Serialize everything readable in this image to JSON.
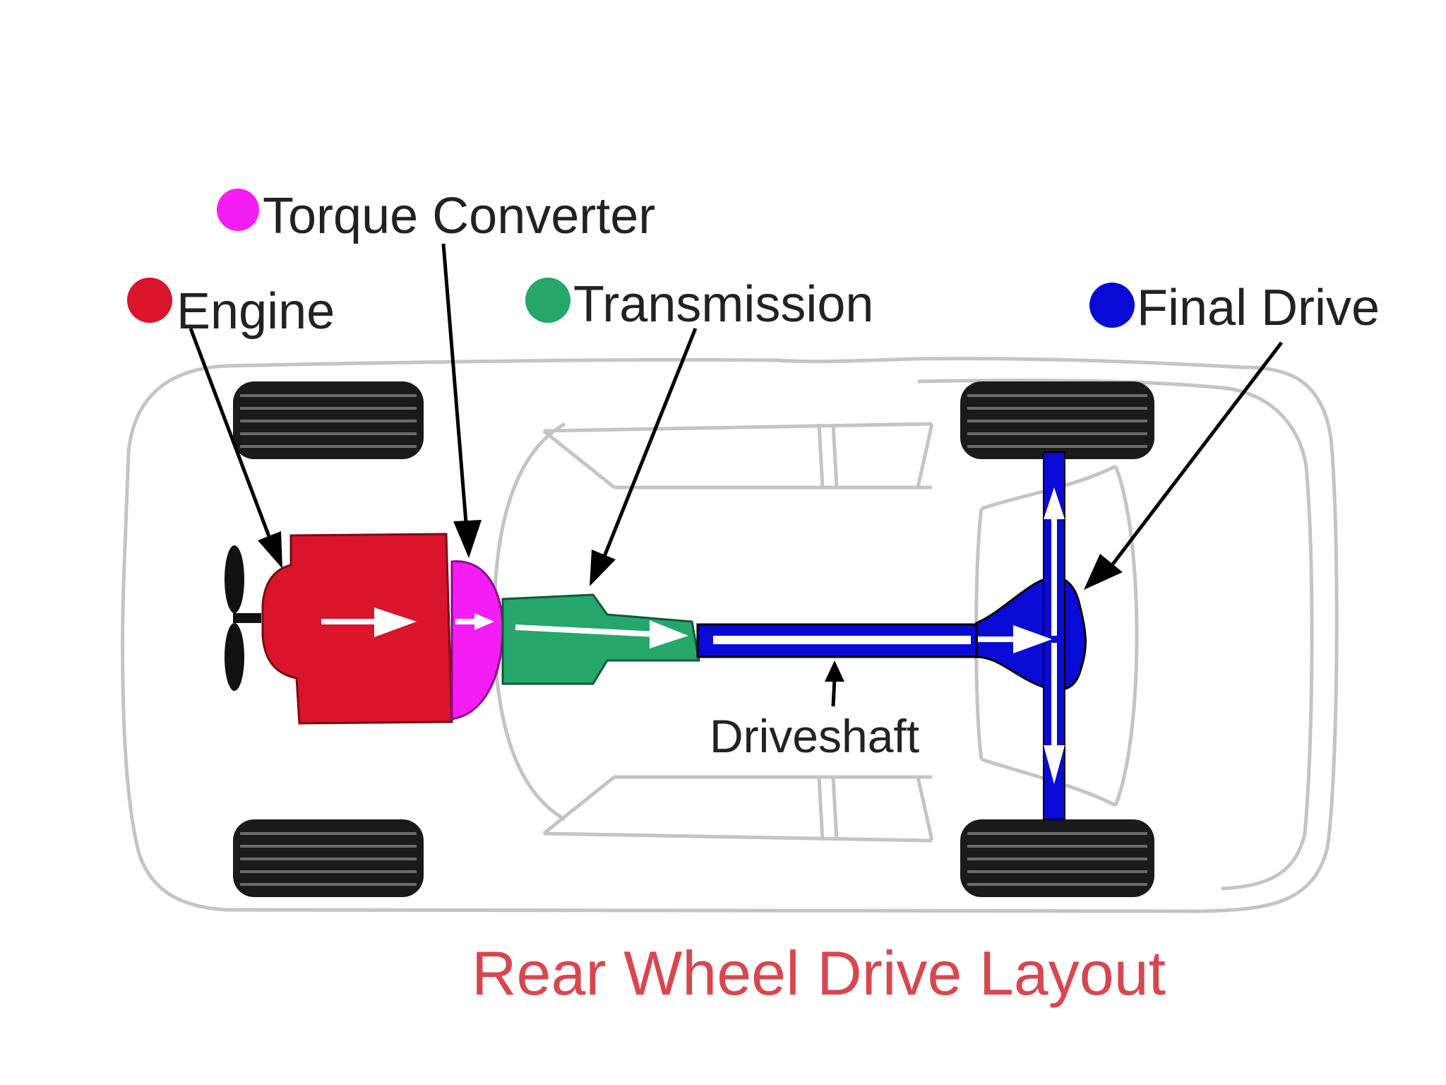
{
  "title": "Rear Wheel Drive Layout",
  "labels": {
    "torque_converter": "Torque Converter",
    "engine": "Engine",
    "transmission": "Transmission",
    "final_drive": "Final Drive",
    "driveshaft": "Driveshaft"
  },
  "colors": {
    "engine": "#d9142b",
    "torque_converter": "#f41ef4",
    "transmission": "#26a66b",
    "final_drive": "#0a0ad6",
    "title": "#d8474f",
    "tire": "#1a1a1a",
    "body_outline": "#c4c4c4"
  }
}
